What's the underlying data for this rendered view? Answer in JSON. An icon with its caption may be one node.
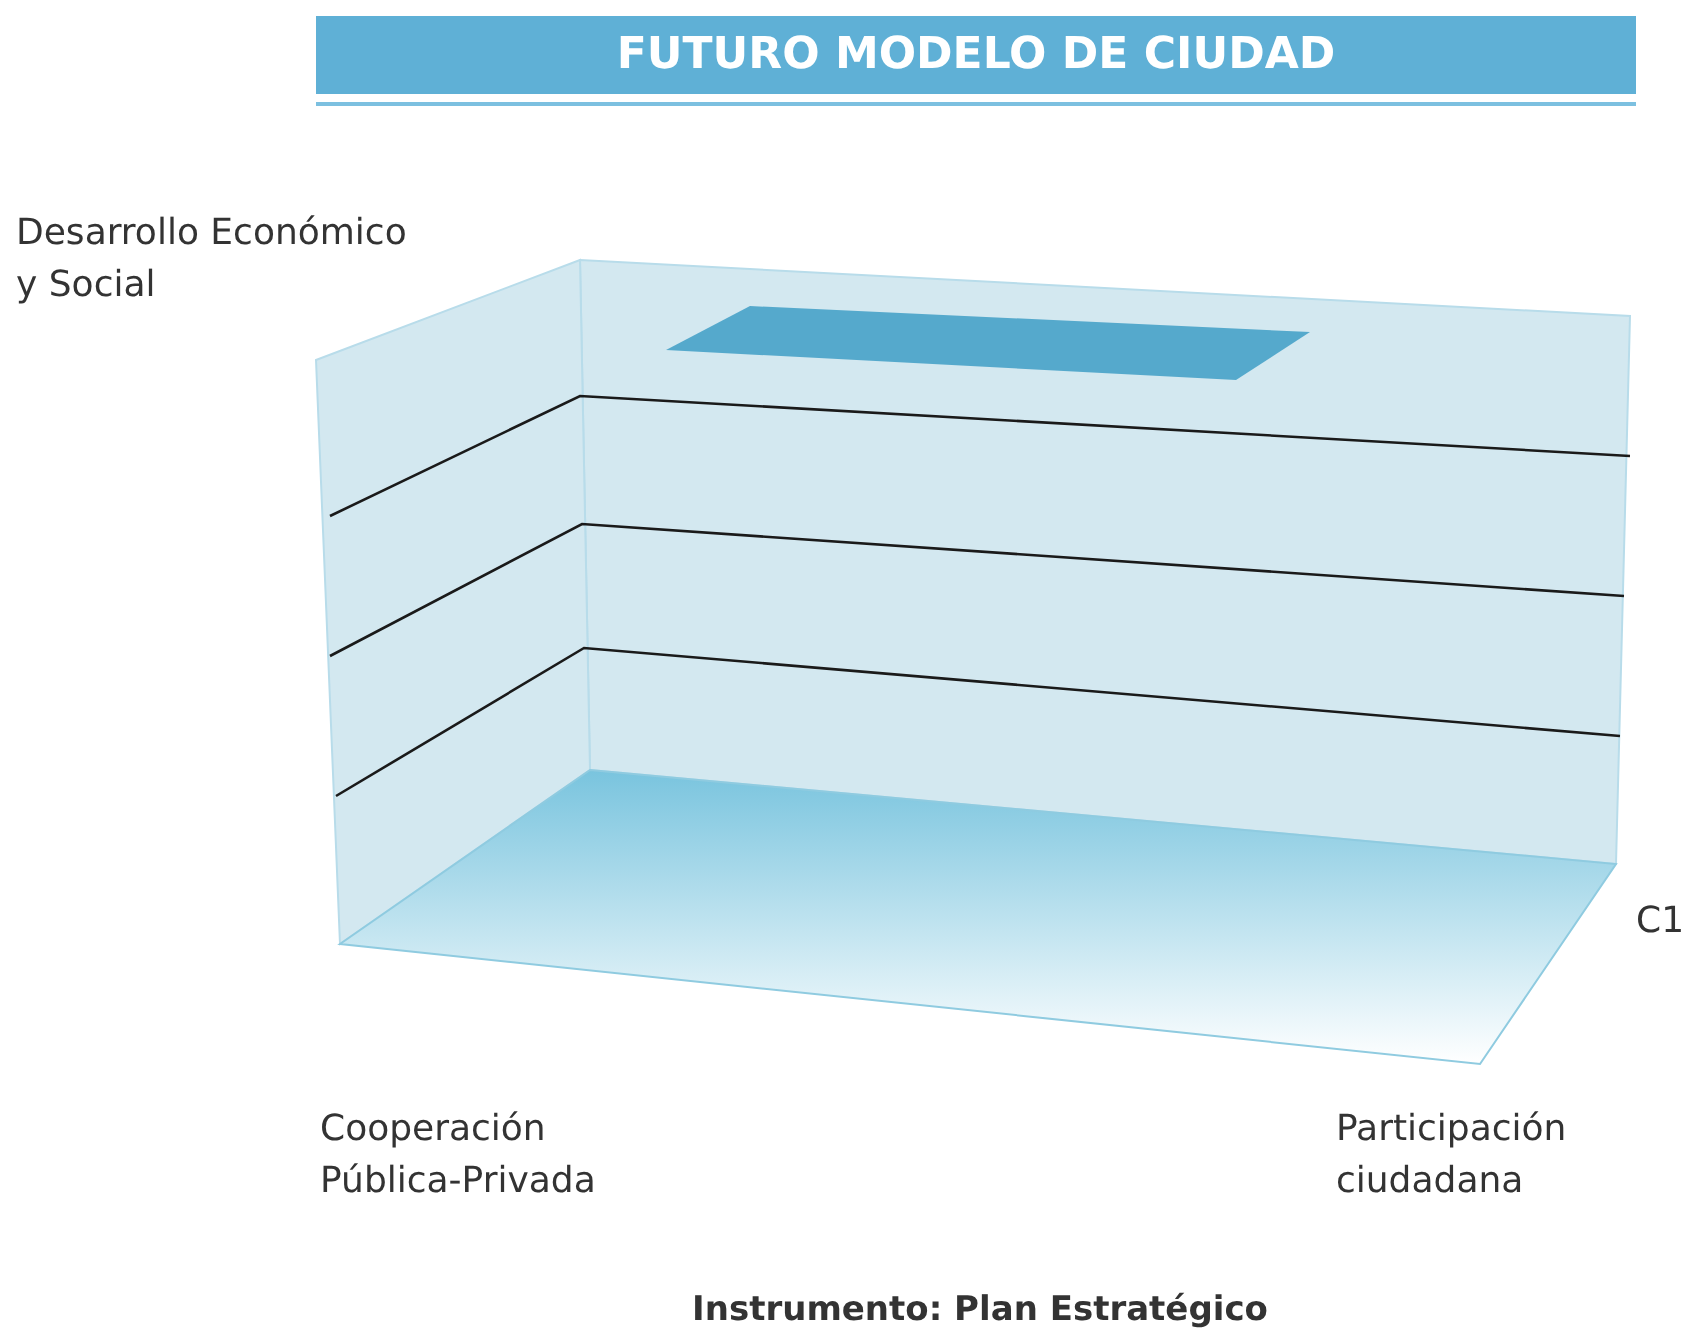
{
  "diagram": {
    "title": "FUTURO MODELO DE CIUDAD",
    "caption": "Instrumento: Plan Estratégico",
    "labels": [
      "Desarrollo Económico y Social",
      "C1",
      "Cooperación Pública-Privada",
      "Participación ciudadana"
    ]
  }
}
